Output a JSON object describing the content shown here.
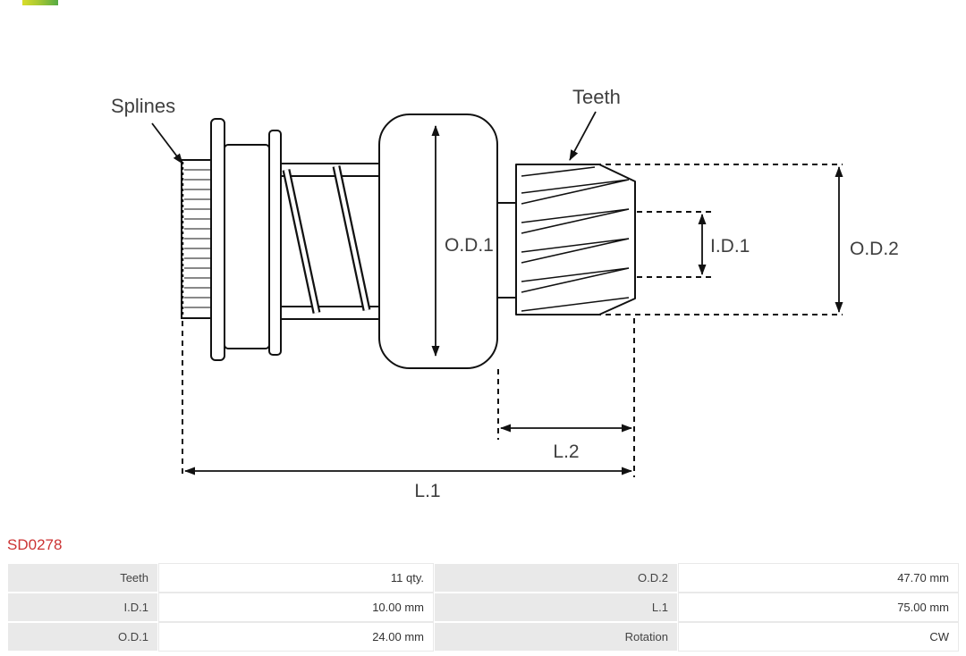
{
  "part_number": "SD0278",
  "colors": {
    "part_number": "#cc3333",
    "drawing_line": "#111111",
    "table_label_bg": "#e9e9e9",
    "table_border": "#e9e9e9"
  },
  "diagram": {
    "callouts": {
      "splines": "Splines",
      "teeth": "Teeth"
    },
    "dimensions": {
      "od1": "O.D.1",
      "id1": "I.D.1",
      "od2": "O.D.2",
      "l1": "L.1",
      "l2": "L.2"
    }
  },
  "spec_table": {
    "rows": [
      [
        "Teeth",
        "11 qty.",
        "O.D.2",
        "47.70 mm"
      ],
      [
        "I.D.1",
        "10.00 mm",
        "L.1",
        "75.00 mm"
      ],
      [
        "O.D.1",
        "24.00 mm",
        "Rotation",
        "CW"
      ]
    ]
  }
}
